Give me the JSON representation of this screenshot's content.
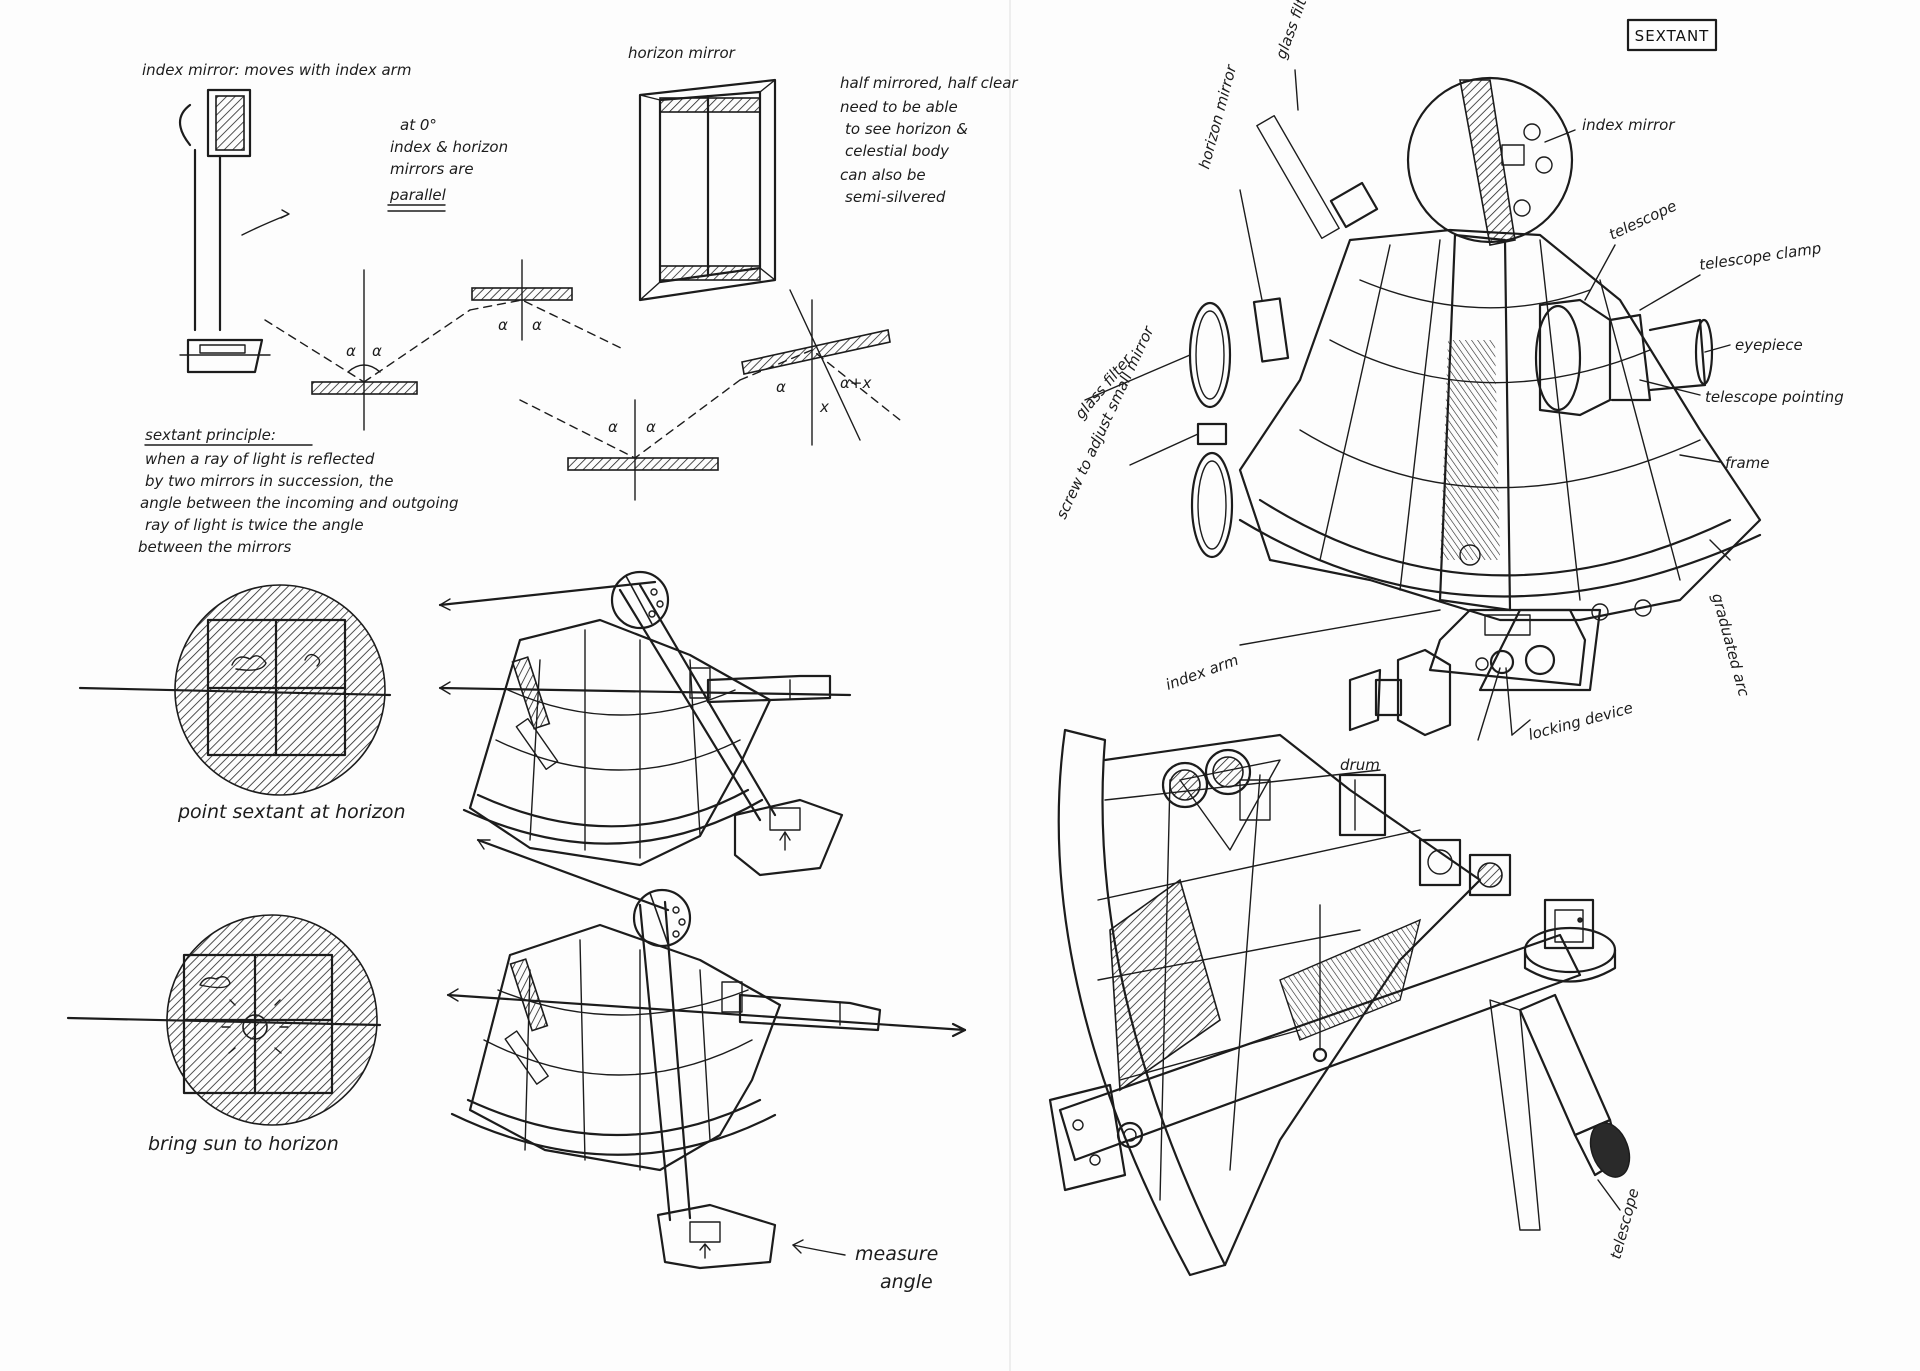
{
  "title": "SEXTANT",
  "notes": {
    "index_mirror": "index mirror: moves with index arm",
    "at_zero_1": "at 0°",
    "at_zero_2": "index & horizon",
    "at_zero_3": "mirrors are",
    "at_zero_4": "parallel",
    "horizon_mirror": "horizon mirror",
    "hm_1": "half mirrored, half clear",
    "hm_2": "need to be able",
    "hm_3": "to see horizon &",
    "hm_4": "celestial body",
    "hm_5": "can also be",
    "hm_6": "semi-silvered",
    "principle_title": "sextant principle:",
    "principle_1": "when a ray of light is reflected",
    "principle_2": "by two mirrors in succession, the",
    "principle_3": "angle between the incoming and outgoing",
    "principle_4": "ray of light is twice the angle",
    "principle_5": "between the mirrors"
  },
  "angle_labels": {
    "alpha": "α",
    "x": "x",
    "alpha_plus_x": "α+x"
  },
  "steps": {
    "step1": "point sextant at horizon",
    "step2": "bring sun to horizon",
    "measure_1": "measure",
    "measure_2": "angle"
  },
  "parts": {
    "glass_filters": "glass filters",
    "index_mirror": "index mirror",
    "horizon_mirror": "horizon mirror",
    "telescope": "telescope",
    "telescope_clamp": "telescope clamp",
    "eyepiece": "eyepiece",
    "telescope_pointing": "telescope pointing",
    "frame": "frame",
    "glass_filter": "glass filter",
    "screw": "screw to adjust small mirror",
    "graduated_arc": "graduated arc",
    "index_arm": "index arm",
    "locking_device": "locking device",
    "drum": "drum",
    "telescope_2": "telescope"
  },
  "colors": {
    "ink": "#1c1c1c",
    "paper": "#fdfdfd"
  }
}
